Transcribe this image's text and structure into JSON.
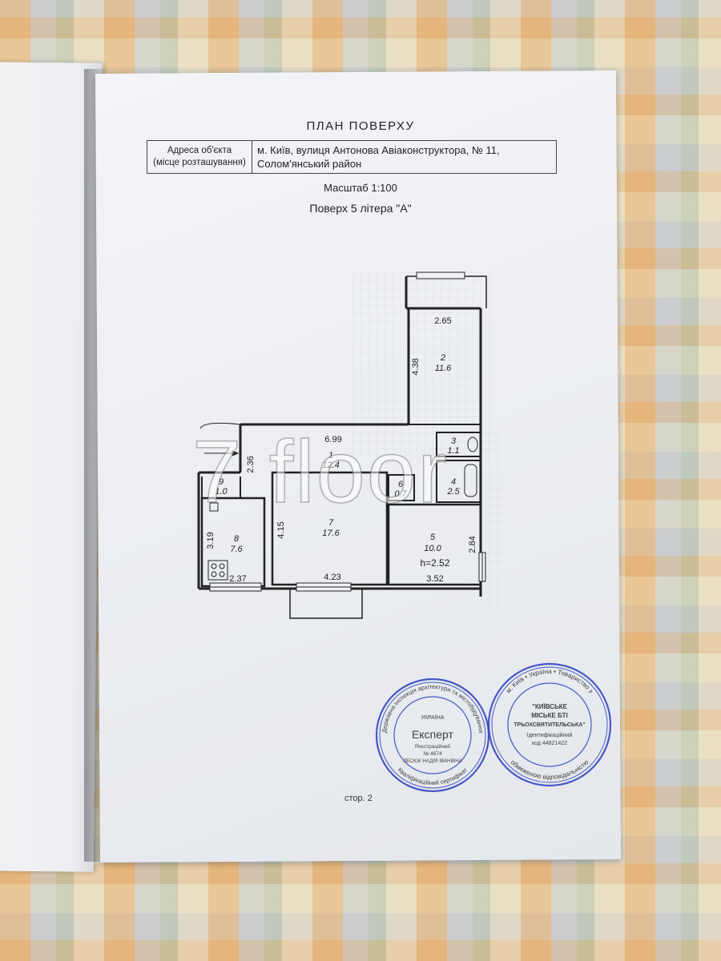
{
  "document": {
    "title": "ПЛАН ПОВЕРХУ",
    "address_label_line1": "Адреса об'єкта",
    "address_label_line2": "(місце розташування)",
    "address_line1": "м. Київ, вулиця Антонова Авіаконструктора, № 11,",
    "address_line2": "Солом'янський район",
    "scale": "Масштаб 1:100",
    "floor_label": "Поверх 5 літера \"А\"",
    "page_number": "стор. 2"
  },
  "rooms": [
    {
      "number": "1",
      "area": "12.4"
    },
    {
      "number": "2",
      "area": "11.6"
    },
    {
      "number": "3",
      "area": "1.1"
    },
    {
      "number": "4",
      "area": "2.5"
    },
    {
      "number": "5",
      "area": "10.0"
    },
    {
      "number": "6",
      "area": "0.7"
    },
    {
      "number": "7",
      "area": "17.6"
    },
    {
      "number": "8",
      "area": "7.6"
    },
    {
      "number": "9",
      "area": "1.0"
    }
  ],
  "dimensions": {
    "room2_width": "2.65",
    "room2_length": "4.38",
    "corridor_length": "6.99",
    "corridor_width": "2.36",
    "room7_height": "4.15",
    "room7_width": "4.23",
    "room8_height": "3.19",
    "room8_width": "2.37",
    "room5_height": "2.84",
    "room5_width": "3.52",
    "ceiling_height": "h=2.52"
  },
  "stamps": {
    "expert": {
      "ring_top": "Державна інспекція архітектури та містобудування",
      "ring_bottom": "Кваліфікаційний сертифікат",
      "center_top": "УКРАЇНА",
      "center_title": "Експерт",
      "center_reg": "Реєстраційний",
      "center_no": "№ 4674",
      "center_name": "ЛЕСЮК НАДІЯ ІВАНІВНА"
    },
    "bti": {
      "ring_top": "м. Київ • Україна • Товариство з",
      "ring_bottom": "обмеженою відповідальністю",
      "center_line1": "\"КИЇВСЬКЕ",
      "center_line2": "МІСЬКЕ БТІ",
      "center_line3": "ТРЬОХСВЯТИТЕЛЬСЬКА\"",
      "center_line4": "Ідентифікаційний",
      "center_line5": "код 44821422"
    }
  },
  "watermark": "7 floor",
  "colors": {
    "ink": "#222222",
    "stamp_blue": "#2b3fbf",
    "grid": "#b9c0cc",
    "paper": "#eef0f3"
  }
}
